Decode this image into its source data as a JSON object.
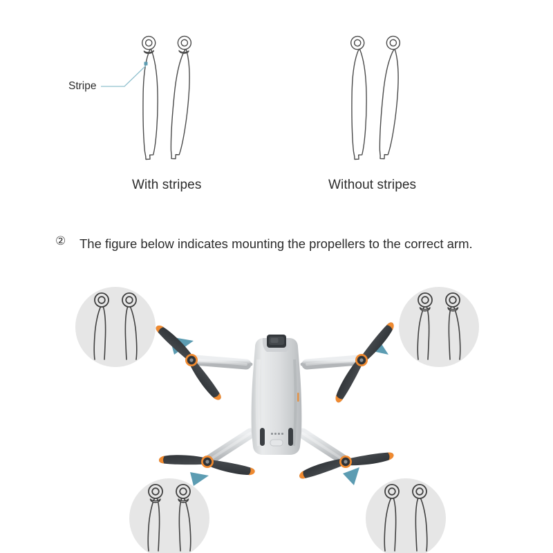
{
  "document": {
    "page_background": "#ffffff",
    "ink_color": "#3a3a3a",
    "accent_teal": "#5c9cb2",
    "accent_orange": "#f08a30",
    "callout_fill": "#e6e6e6",
    "drone_body_color": "#d9dbdd",
    "propeller_color": "#3c4044"
  },
  "figure_top": {
    "name": "propeller-comparison",
    "stripe_annotation": {
      "label": "Stripe",
      "leader_color": "#7fb6c6"
    },
    "groups": [
      {
        "id": "with-stripes",
        "caption": "With stripes",
        "has_stripe": true,
        "blade_count": 2
      },
      {
        "id": "without-stripes",
        "caption": "Without stripes",
        "has_stripe": false,
        "blade_count": 2
      }
    ]
  },
  "instruction": {
    "marker": "②",
    "marker_number": "2",
    "text": "The figure below indicates mounting the propellers to the correct arm."
  },
  "figure_bottom": {
    "name": "drone-propeller-mounting-diagram",
    "drone": {
      "label": "quadcopter-top-view",
      "arms": 4,
      "propeller_tip_color": "#f08a30",
      "hub_ring_color": "#f08a30"
    },
    "callouts": [
      {
        "id": "callout-front-left",
        "position": "top-left",
        "has_stripe": false,
        "arrow_direction": "right",
        "arrow_color": "#5c9cb2"
      },
      {
        "id": "callout-front-right",
        "position": "top-right",
        "has_stripe": true,
        "arrow_direction": "right",
        "arrow_color": "#5c9cb2"
      },
      {
        "id": "callout-rear-left",
        "position": "bottom-left",
        "has_stripe": true,
        "arrow_direction": "right",
        "arrow_color": "#5c9cb2"
      },
      {
        "id": "callout-rear-right",
        "position": "bottom-right",
        "has_stripe": false,
        "arrow_direction": "right",
        "arrow_color": "#5c9cb2"
      }
    ]
  }
}
